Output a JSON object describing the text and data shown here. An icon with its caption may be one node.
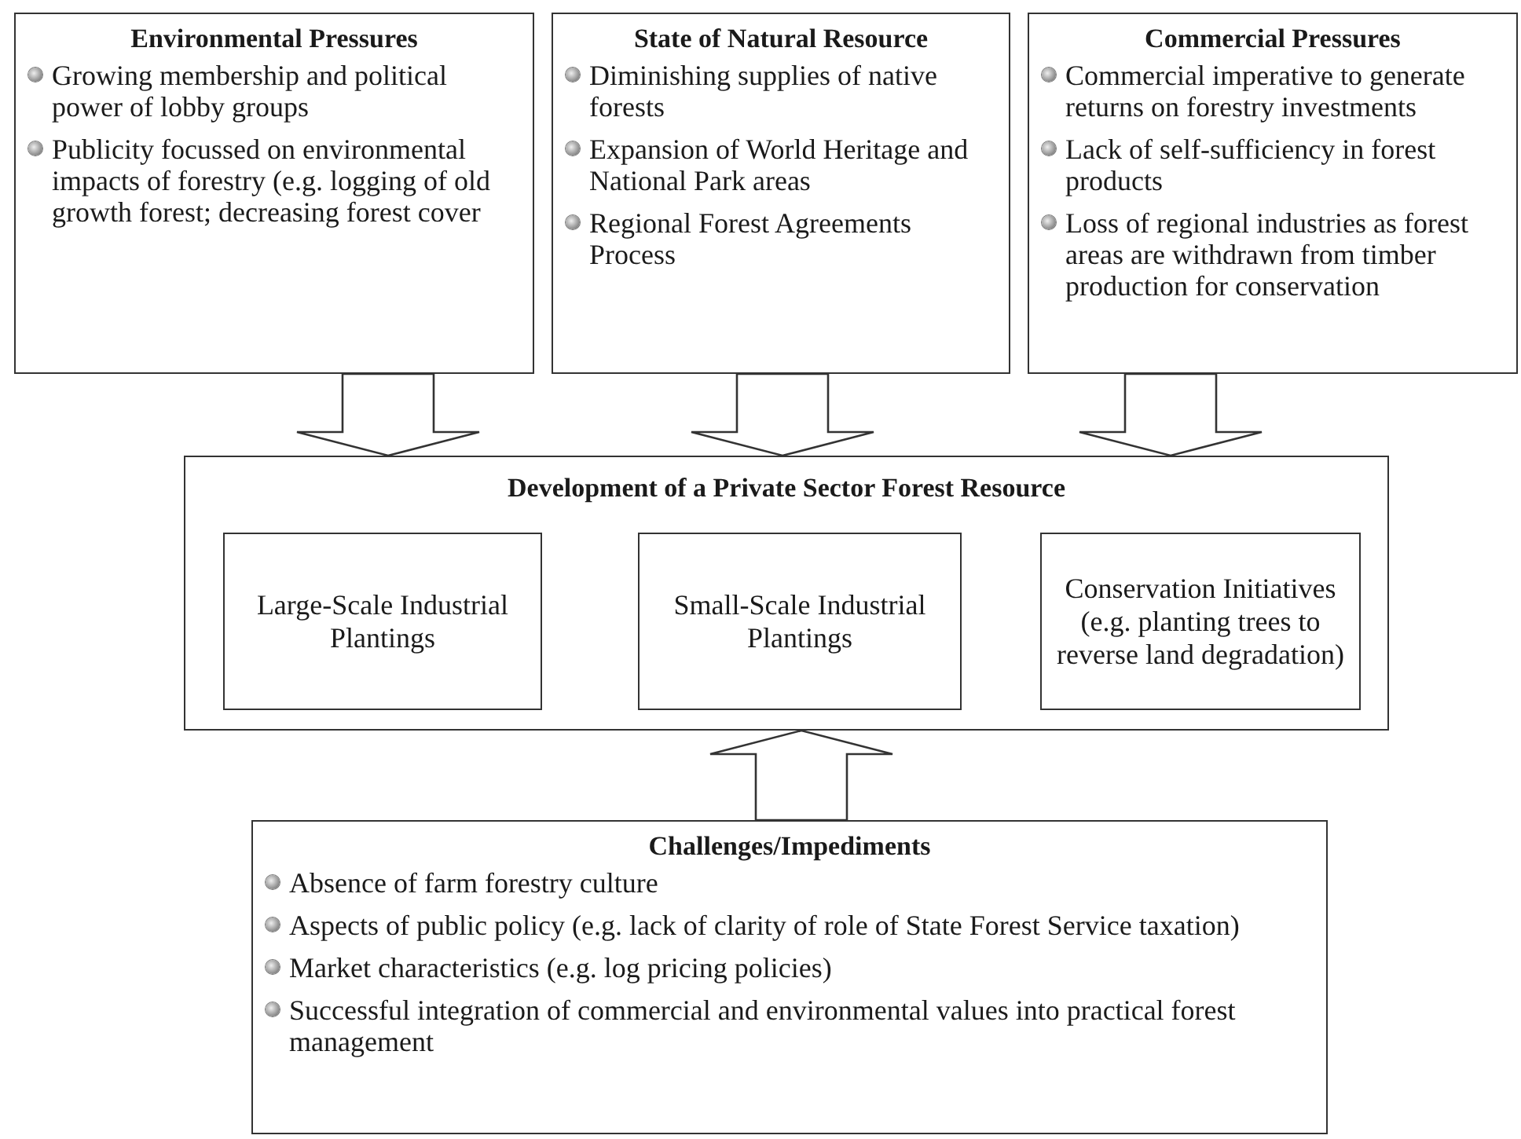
{
  "diagram": {
    "nodes": [
      {
        "text": [
          "Environmental Pressures",
          "Growing membership and political power of lobby groups",
          "Publicity focussed on environmental impacts of forestry (e.g. logging of old growth forest; decreasing forest cover"
        ]
      },
      {
        "text": [
          "State of Natural Resource",
          "Diminishing supplies of native forests",
          "Expansion of World Heritage and National Park areas",
          "Regional Forest Agreements Process"
        ]
      },
      {
        "text": [
          "Commercial Pressures",
          "Commercial imperative to generate returns on forestry investments",
          "Lack of self-sufficiency in forest products",
          "Loss of regional industries as forest areas are withdrawn from timber production for conservation"
        ]
      },
      {
        "text": [
          "Development of a Private Sector Forest Resource"
        ]
      },
      {
        "text": [
          "Large-Scale Industrial Plantings"
        ],
        "in": 3
      },
      {
        "text": [
          "Small-Scale Industrial Plantings"
        ],
        "in": 3
      },
      {
        "text": [
          "Conservation Initiatives (e.g. planting trees to reverse land degradation)"
        ],
        "in": 3
      },
      {
        "text": [
          "Challenges/Impediments",
          "Absence of farm forestry culture",
          "Aspects of public policy (e.g. lack of clarity of role of State Forest Service taxation)",
          "Market characteristics (e.g. log pricing policies)",
          "Successful integration of commercial and environmental values into practical forest management"
        ]
      }
    ],
    "edges": [
      {
        "from": 0,
        "to": 3,
        "arrow": "to"
      },
      {
        "from": 1,
        "to": 3,
        "arrow": "to"
      },
      {
        "from": 2,
        "to": 3,
        "arrow": "to"
      },
      {
        "from": 7,
        "to": 3,
        "arrow": "to"
      }
    ]
  }
}
